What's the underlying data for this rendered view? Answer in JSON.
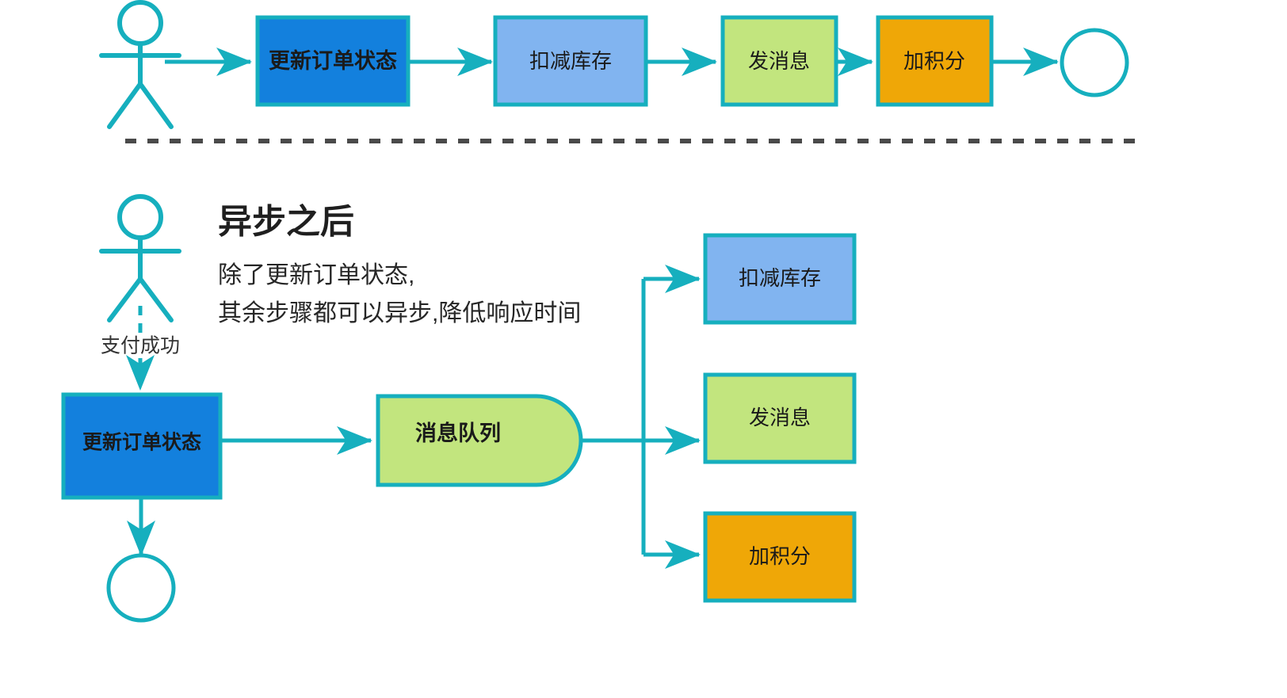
{
  "palette": {
    "teal_stroke": "#16AFBE",
    "blue_fill": "#1380DD",
    "light_blue_fill": "#81B4F0",
    "green_fill": "#C2E57E",
    "orange_fill": "#EFA707",
    "divider": "#4a4a4a",
    "text_dark": "#1a1a1a",
    "background": "#ffffff"
  },
  "sync_flow": {
    "actor_name": "actor-stick-figure",
    "steps": [
      {
        "label": "更新订单状态",
        "fill": "#1380DD",
        "bold": true
      },
      {
        "label": "扣减库存",
        "fill": "#81B4F0",
        "bold": false
      },
      {
        "label": "发消息",
        "fill": "#C2E57E",
        "bold": false
      },
      {
        "label": "加积分",
        "fill": "#EFA707",
        "bold": false
      }
    ],
    "end_node": "end-circle"
  },
  "divider": {
    "style": "dashed"
  },
  "async_flow": {
    "title": "异步之后",
    "description_lines": [
      "除了更新订单状态,",
      "其余步骤都可以异步,降低响应时间"
    ],
    "actor_name": "actor-stick-figure",
    "trigger_label": "支付成功",
    "sync_step": {
      "label": "更新订单状态",
      "fill": "#1380DD",
      "bold": true
    },
    "queue": {
      "label": "消息队列",
      "fill": "#C2E57E",
      "bold": true
    },
    "end_node": "end-circle",
    "async_steps": [
      {
        "label": "扣减库存",
        "fill": "#81B4F0",
        "bold": false
      },
      {
        "label": "发消息",
        "fill": "#C2E57E",
        "bold": false
      },
      {
        "label": "加积分",
        "fill": "#EFA707",
        "bold": false
      }
    ]
  }
}
